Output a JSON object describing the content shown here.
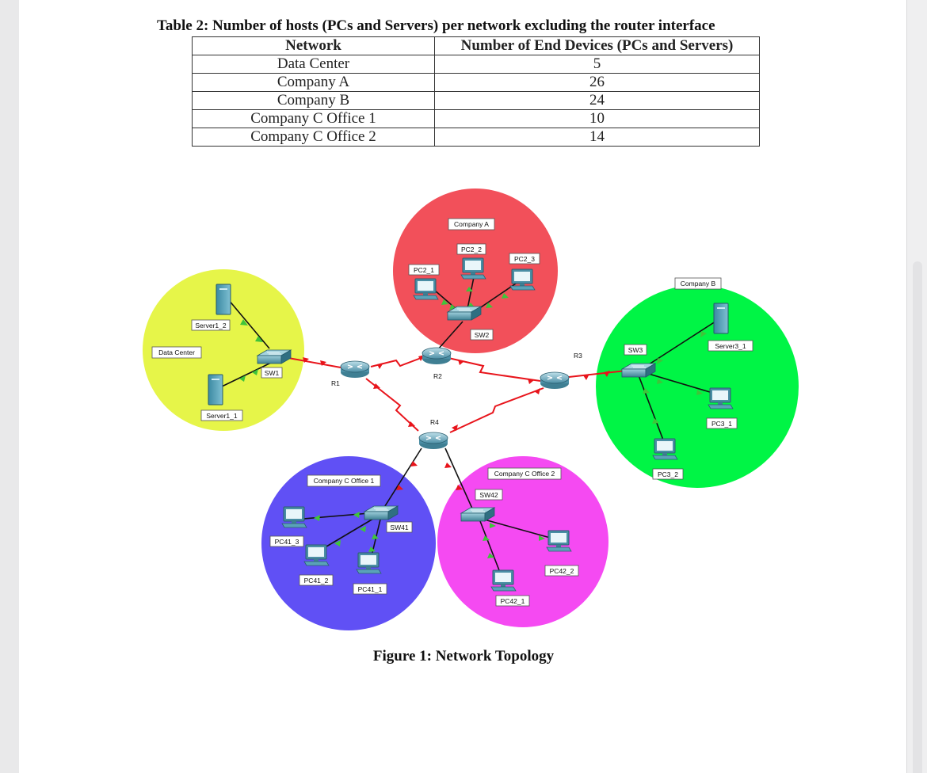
{
  "table": {
    "title": "Table 2: Number of hosts (PCs and Servers) per network excluding the router interface",
    "headers": [
      "Network",
      "Number of End Devices (PCs and Servers)"
    ],
    "rows": [
      {
        "network": "Data Center",
        "devices": "5"
      },
      {
        "network": "Company A",
        "devices": "26"
      },
      {
        "network": "Company B",
        "devices": "24"
      },
      {
        "network": "Company C Office 1",
        "devices": "10"
      },
      {
        "network": "Company C Office 2",
        "devices": "14"
      }
    ]
  },
  "figure": {
    "caption": "Figure 1: Network Topology",
    "colors": {
      "data_center": "#e6f549",
      "company_a": "#f2505a",
      "company_b": "#00f545",
      "office1": "#6050f5",
      "office2": "#f54af2",
      "link_red": "#e8141b",
      "link_black": "#111111",
      "port_up": "#3fc43a"
    },
    "areas": {
      "data_center": "Data Center",
      "company_a": "Company A",
      "company_b": "Company B",
      "office1": "Company C Office 1",
      "office2": "Company C Office 2"
    },
    "routers": {
      "r1": "R1",
      "r2": "R2",
      "r3": "R3",
      "r4": "R4"
    },
    "switches": {
      "sw1": "SW1",
      "sw2": "SW2",
      "sw3": "SW3",
      "sw41": "SW41",
      "sw42": "SW42"
    },
    "servers": {
      "server1_1": "Server1_1",
      "server1_2": "Server1_2",
      "server3_1": "Server3_1"
    },
    "pcs": {
      "pc2_1": "PC2_1",
      "pc2_2": "PC2_2",
      "pc2_3": "PC2_3",
      "pc3_1": "PC3_1",
      "pc3_2": "PC3_2",
      "pc41_1": "PC41_1",
      "pc41_2": "PC41_2",
      "pc41_3": "PC41_3",
      "pc42_1": "PC42_1",
      "pc42_2": "PC42_2"
    }
  }
}
